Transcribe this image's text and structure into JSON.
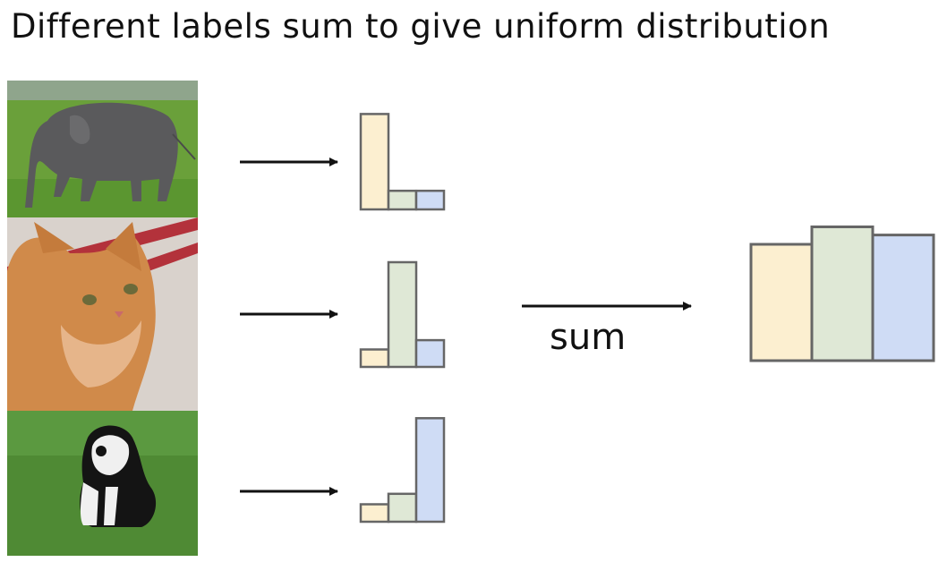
{
  "title": "Different labels sum to give uniform distribution",
  "sum_label": "sum",
  "colors": {
    "class_1": "#fcefd0",
    "class_2": "#dfe8d6",
    "class_3": "#cfdcf5",
    "outline": "#666666",
    "arrow": "#111111"
  },
  "rows": [
    {
      "image": "elephant",
      "distribution": [
        0.82,
        0.16,
        0.16
      ]
    },
    {
      "image": "cat",
      "distribution": [
        0.15,
        0.9,
        0.23
      ]
    },
    {
      "image": "dog",
      "distribution": [
        0.15,
        0.24,
        0.89
      ]
    }
  ],
  "sum_distribution": [
    1.0,
    1.15,
    1.08
  ]
}
